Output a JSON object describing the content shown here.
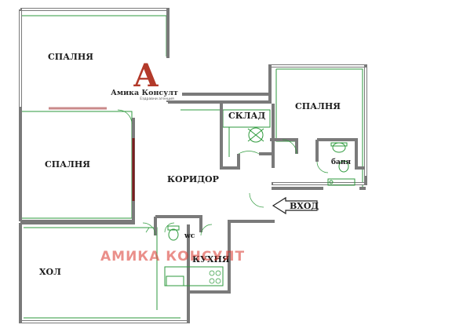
{
  "rooms": {
    "bedroom_top": "СПАЛНЯ",
    "bedroom_mid": "СПАЛНЯ",
    "bedroom_right": "СПАЛНЯ",
    "storage": "СКЛАД",
    "corridor": "КОРИДОР",
    "entrance": "ВХОД",
    "bathroom": "баня",
    "wc": "wc",
    "living": "ХОЛ",
    "kitchen": "КУХНЯ"
  },
  "logo": {
    "letter": "А",
    "name": "Амика Консулт",
    "subtitle": "Ездравни агенция"
  },
  "watermark": "АМИКА КОНСУЛТ",
  "colors": {
    "wall": "#7a7a7a",
    "fixture": "#2e9a3c",
    "logo_red": "#b33a2a",
    "watermark_red": "#d9342b"
  }
}
